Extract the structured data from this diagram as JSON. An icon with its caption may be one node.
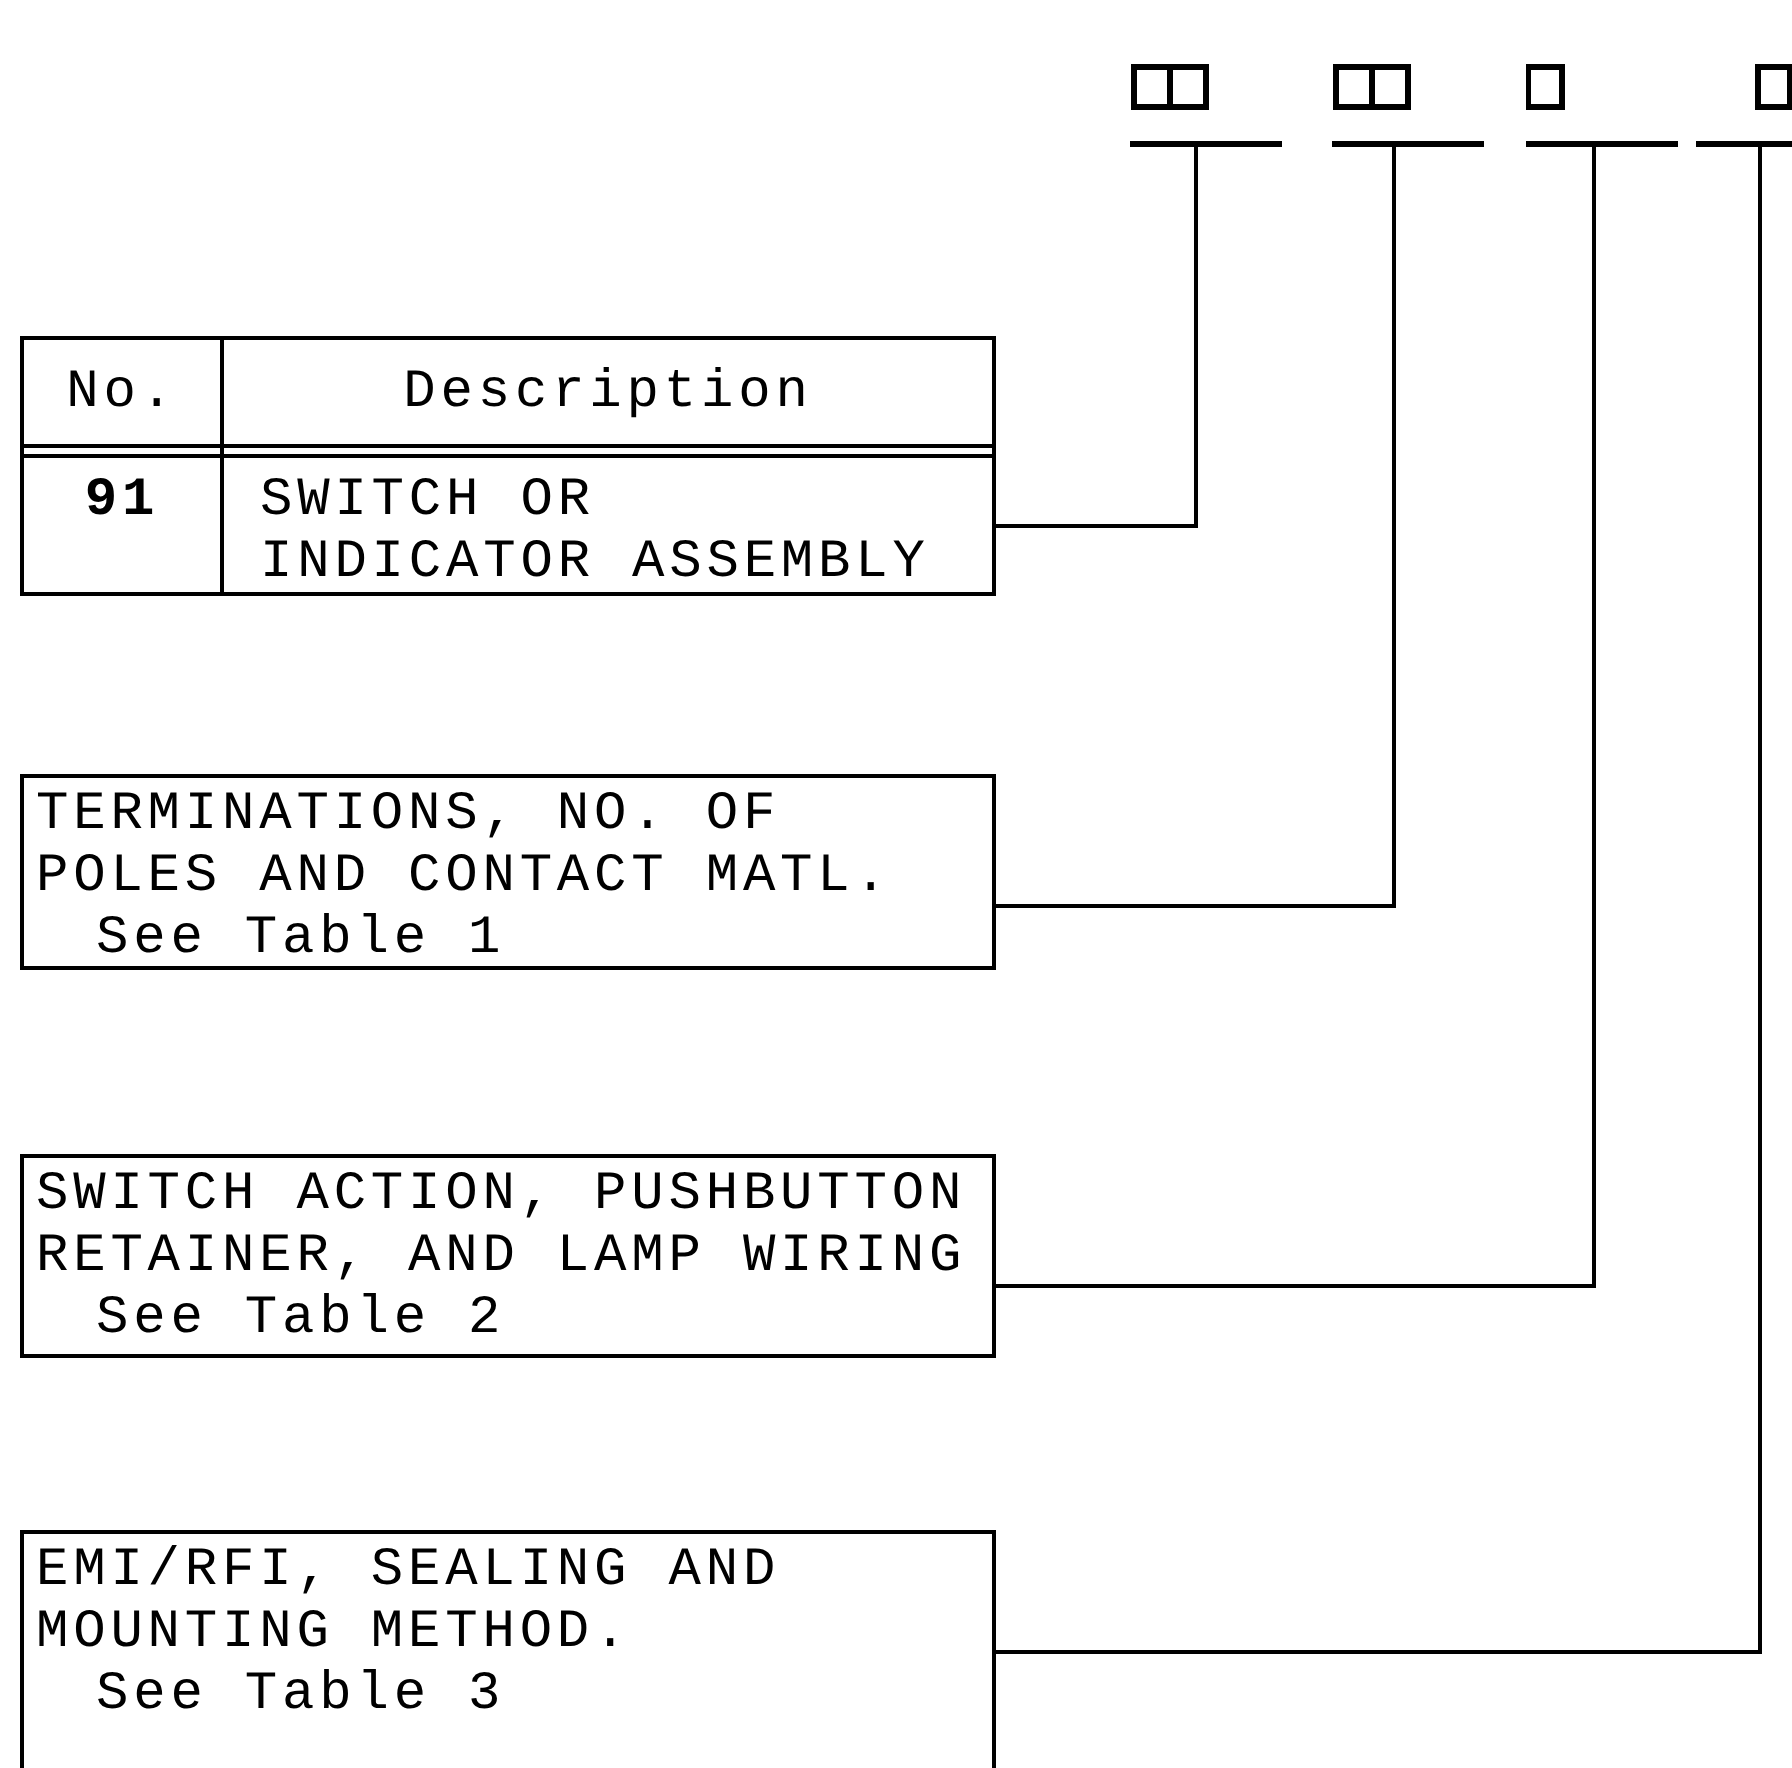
{
  "diagram": {
    "nodes": [
      {
        "text": [
          "No.",
          "Description",
          "91",
          "SWITCH OR INDICATOR ASSEMBLY"
        ]
      },
      {
        "text": [
          "TERMINATIONS, NO. OF POLES AND CONTACT MATL.",
          "See Table 1"
        ]
      },
      {
        "text": [
          "SWITCH ACTION, PUSHBUTTON RETAINER, AND LAMP WIRING",
          "See Table 2"
        ]
      },
      {
        "text": [
          "EMI/RFI, SEALING AND MOUNTING METHOD.",
          "See Table 3"
        ]
      },
      {
        "text": [],
        "shape": "box"
      },
      {
        "text": [],
        "shape": "box"
      },
      {
        "text": [],
        "shape": "box"
      },
      {
        "text": [],
        "shape": "box"
      }
    ],
    "edges": [
      {
        "from": 0,
        "to": 4,
        "arrow": "none"
      },
      {
        "from": 1,
        "to": 5,
        "arrow": "none"
      },
      {
        "from": 2,
        "to": 6,
        "arrow": "none"
      },
      {
        "from": 3,
        "to": 7,
        "arrow": "none"
      }
    ]
  }
}
